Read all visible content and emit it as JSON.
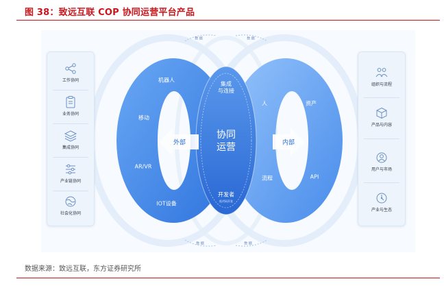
{
  "title": "图 38：致远互联 COP 协同运营平台产品",
  "source": "数据来源：致远互联，东方证券研究所",
  "left_panel": [
    {
      "label": "工作协同",
      "icon": "share-nodes-icon"
    },
    {
      "label": "业务协同",
      "icon": "clipboard-icon"
    },
    {
      "label": "集成协同",
      "icon": "layers-icon"
    },
    {
      "label": "产业链协同",
      "icon": "sliders-icon"
    },
    {
      "label": "社会化协同",
      "icon": "globe-icon"
    }
  ],
  "right_panel": [
    {
      "label": "组织与流程",
      "icon": "users-icon"
    },
    {
      "label": "产品与内容",
      "icon": "cube-icon"
    },
    {
      "label": "用户与市场",
      "icon": "user-target-icon"
    },
    {
      "label": "产业与生态",
      "icon": "leaf-bulb-icon"
    }
  ],
  "left_ring": {
    "items": [
      "机器人",
      "移动",
      "AR/VR",
      "IOT设备"
    ],
    "arrow": "外部"
  },
  "center": {
    "top": "集成\n与连接",
    "main": "协同\n运营",
    "bottom": "开发者",
    "bottom_sub": "低代码开发"
  },
  "right_ring": {
    "items": [
      "人",
      "资产",
      "流程",
      "API"
    ],
    "arrow": "内部"
  },
  "flow_labels": {
    "top_left": "数 据",
    "top_right": "数 据",
    "bottom_left": "数 据",
    "bottom_right": "数 据"
  },
  "colors": {
    "accent_red": "#c8161d",
    "ring_left": "#4a8ee8",
    "ring_right": "#5b9df0",
    "center": "#3c7fe0"
  }
}
